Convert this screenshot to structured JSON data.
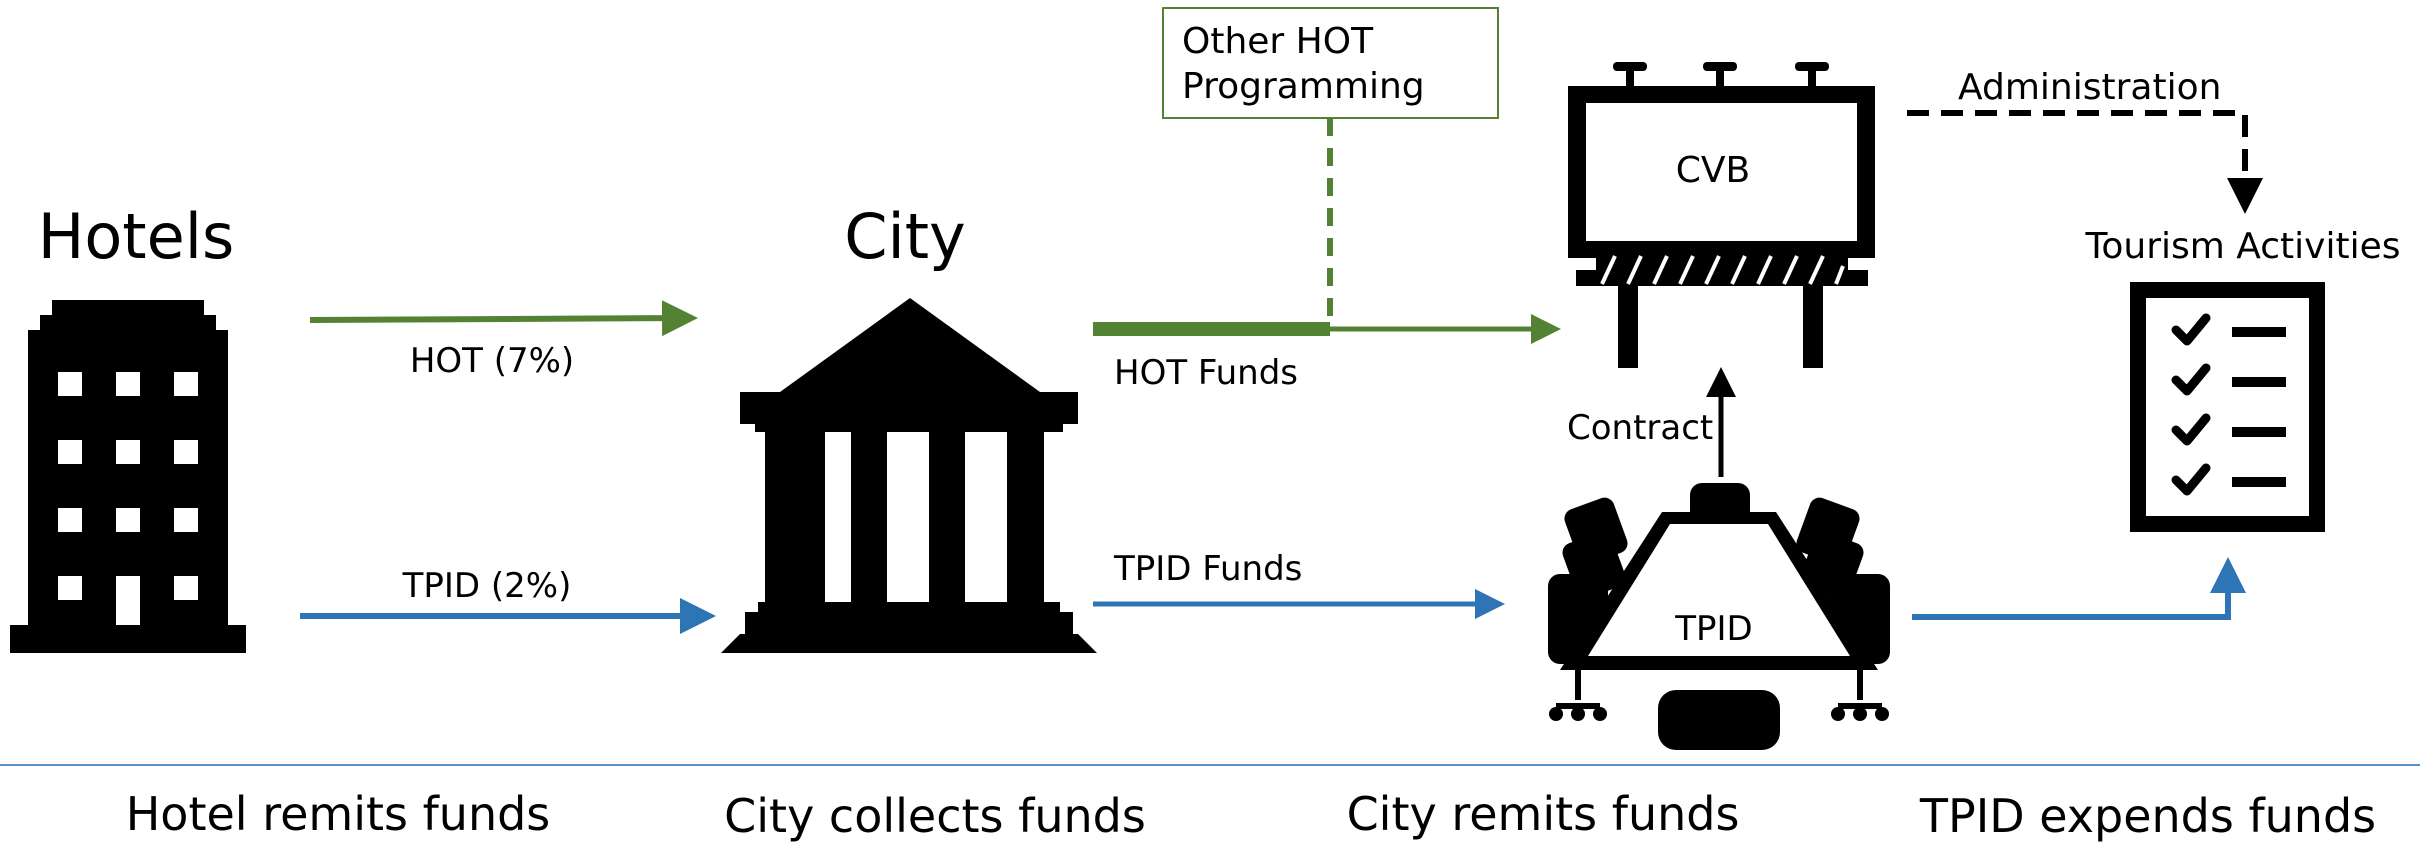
{
  "colors": {
    "hot": "#548235",
    "tpid": "#2E75B6",
    "divider": "#5B8FCC",
    "icon": "#000000",
    "box_border": "#548235"
  },
  "nodes": {
    "hotels": {
      "title": "Hotels",
      "icon": "hotel-building-icon"
    },
    "city": {
      "title": "City",
      "icon": "city-hall-icon"
    },
    "cvb": {
      "label": "CVB",
      "icon": "billboard-icon"
    },
    "tpid": {
      "label": "TPID",
      "icon": "conference-table-icon"
    },
    "tourism": {
      "title": "Tourism Activities",
      "icon": "checklist-icon"
    },
    "other_hot": {
      "line1": "Other HOT",
      "line2": "Programming"
    }
  },
  "flows": {
    "hot_tax": "HOT (7%)",
    "tpid_assessment": "TPID (2%)",
    "hot_funds": "HOT Funds",
    "tpid_funds": "TPID Funds",
    "contract": "Contract",
    "administration": "Administration"
  },
  "steps": [
    {
      "label": "Hotel remits funds"
    },
    {
      "label": "City collects funds"
    },
    {
      "label": "City remits funds"
    },
    {
      "label": "TPID expends funds"
    }
  ]
}
